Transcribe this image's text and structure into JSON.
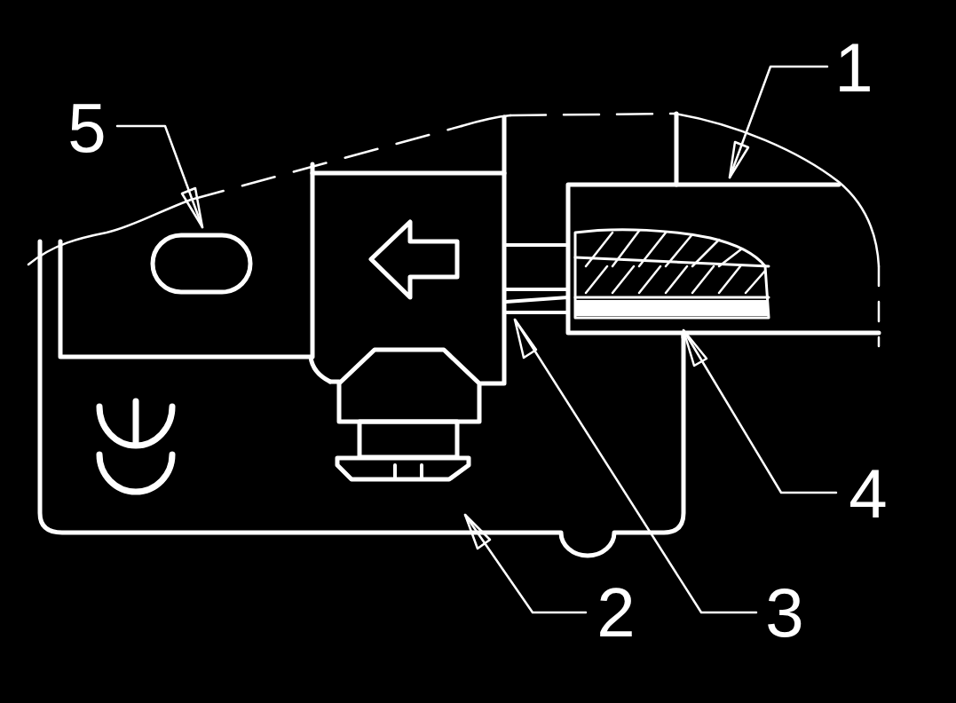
{
  "diagram": {
    "labels": [
      "5",
      "1",
      "4",
      "2",
      "3"
    ]
  }
}
